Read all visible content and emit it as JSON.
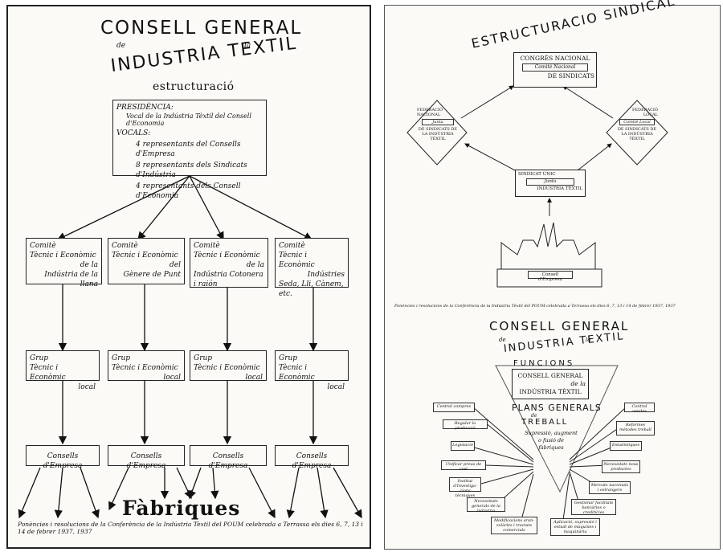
{
  "left": {
    "title_1": "CONSELL GENERAL",
    "title_de": "de",
    "title_la": "la",
    "title_2": "INDUSTRIA TEXTIL",
    "subtitle": "estructuració",
    "presidencia": {
      "heading": "PRESIDÈNCIA:",
      "line": "Vocal de la Indústria Tèxtil del Consell d'Economia",
      "vocals_heading": "VOCALS:",
      "vocals": [
        "4 representants del Consells d'Empresa",
        "8 representants dels Sindicats d'Indústria",
        "4 representants dels Consell d'Economia"
      ]
    },
    "comites": [
      {
        "line1": "Comitè",
        "line2": "Tècnic i Econòmic",
        "line3": "de la",
        "line4": "Indústria de la llana",
        "line5": ""
      },
      {
        "line1": "Comitè",
        "line2": "Tècnic i Econòmic",
        "line3": "del",
        "line4": "Gènere de Punt",
        "line5": ""
      },
      {
        "line1": "Comitè",
        "line2": "Tècnic i Econòmic",
        "line3": "de la",
        "line4": "Indústria Cotonera",
        "line5": "i raión"
      },
      {
        "line1": "Comitè",
        "line2": "Tècnic i Econòmic",
        "line3": "Indústries",
        "line4": "Seda, Lli, Cànem,",
        "line5": "etc."
      }
    ],
    "grup": {
      "line1": "Grup",
      "line2": "Tècnic i Econòmic",
      "line3": "local"
    },
    "consells": "Consells d'Empresa",
    "fabriques": "Fàbriques",
    "caption": "Ponències i resolucions de la Conferència de la Indústria Tèxtil del POUM celebrada a Terrassa els dies 6, 7, 13 i 14 de febrer 1937, 1937"
  },
  "right": {
    "title": "ESTRUCTURACIO SINDICAL",
    "congres": {
      "line1": "CONGRÉS NACIONAL",
      "inner": "Comitè Nacional",
      "line2": "DE SINDICATS"
    },
    "fed_nacional": {
      "line1": "FEDERACIÓ",
      "line2": "NACIONAL",
      "inner": "Junta",
      "line3": "DE SINDICATS DE",
      "line4": "LA INDÚSTRIA",
      "line5": "TÈXTIL"
    },
    "fed_local": {
      "line1": "FEDERACIÓ",
      "line2": "LOCAL",
      "inner": "Comitè Local",
      "line3": "DE SINDICATS DE",
      "line4": "LA INDÚSTRIA",
      "line5": "TÈXTIL"
    },
    "sindicat": {
      "line1": "SINDICAT ÚNIC",
      "inner": "Junta",
      "line2": "INDÚSTRIA TÈXTIL"
    },
    "empresa": "Consell d'Empresa",
    "caption": "Ponències i resolucions de la Conferència de la Indústria Tèxtil del POUM celebrada a Terrassa els dies 6, 7, 13 i 14 de febrer 1937, 1937",
    "title2": "CONSELL GENERAL",
    "title2_de": "de",
    "title2_la": "la",
    "title2_b": "INDUSTRIA TEXTIL",
    "funcions": "FUNCIONS",
    "consell_box": {
      "line1": "CONSELL GENERAL",
      "line2": "de la",
      "line3": "INDÚSTRIA TÈXTIL"
    },
    "plans_1": "PLANS GENERALS",
    "plans_de": "de",
    "plans_2": "TREBALL",
    "center": {
      "line1": "Supressió, augment",
      "line2": "o fusió de",
      "line3": "fàbriques"
    },
    "left_items": [
      "Central compres",
      "Regular la producció",
      "Legislació",
      "Unificar preus de cost",
      "Institut d'Investiga-cions tècniques",
      "Necessitats generals de la indústria",
      "Modificacions aran-zelàries i tractats comercials"
    ],
    "right_items": [
      "Central vendes",
      "Reformes mètodes treball",
      "Estadístiques",
      "Necessitats nous productes",
      "Mercats nacionals i estrangers",
      "Gestionar facilitats bancàries o creditícies",
      "Aplicació, supressió i estudi de màquines i maquinària"
    ]
  }
}
